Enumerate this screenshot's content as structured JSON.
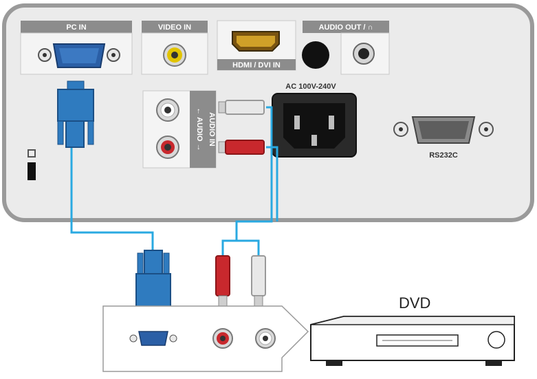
{
  "panel": {
    "pc_in": "PC IN",
    "video_in": "VIDEO IN",
    "hdmi_dvi_in": "HDMI / DVI IN",
    "audio_out": "AUDIO OUT / ∩",
    "ac_power": "AC 100V-240V",
    "rs232c": "RS232C",
    "audio_in": "AUDIO IN",
    "audio_lr": "← AUDIO →"
  },
  "device": {
    "label": "DVD"
  },
  "colors": {
    "cable": "#29a9e1",
    "vga_connector": "#2f7bbf",
    "rca_red": "#c8282d",
    "rca_white": "#dcdcdc",
    "panel_bg": "#ededed",
    "panel_border": "#9c9c9c"
  }
}
